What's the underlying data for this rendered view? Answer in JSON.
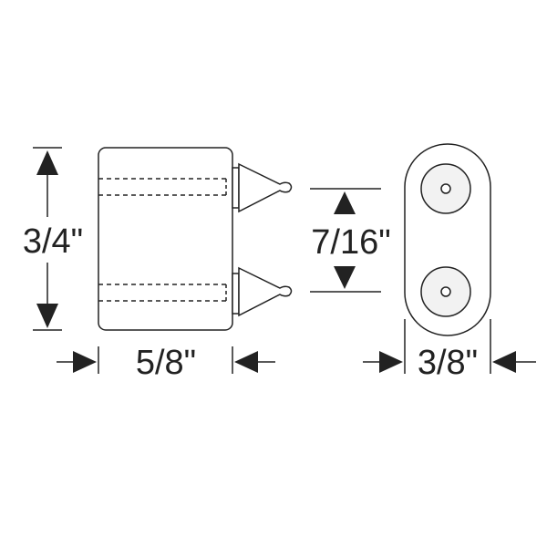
{
  "drawing": {
    "dimensions": {
      "height_label": "3/4\"",
      "width_label": "5/8\"",
      "hole_spacing_label": "7/16\"",
      "thickness_label": "3/8\""
    },
    "colors": {
      "line": "#222222",
      "fill": "#ffffff",
      "hole_fill": "#f2f2f2"
    }
  }
}
